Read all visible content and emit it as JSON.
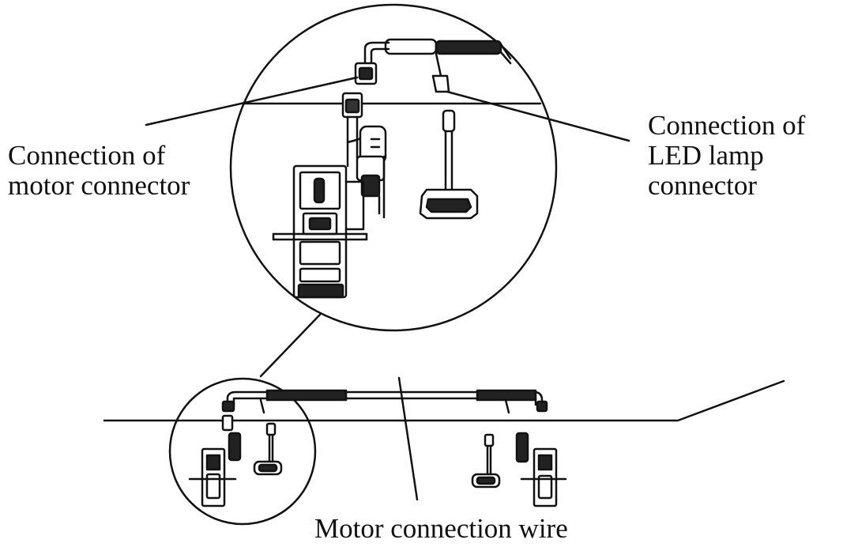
{
  "labels": {
    "motor_connector_line1": "Connection of",
    "motor_connector_line2": "motor connector",
    "led_connector_line1": "Connection of",
    "led_connector_line2": "LED lamp",
    "led_connector_line3": "connector",
    "motor_wire": "Motor connection wire"
  },
  "colors": {
    "ink": "#111111",
    "background": "#ffffff"
  }
}
